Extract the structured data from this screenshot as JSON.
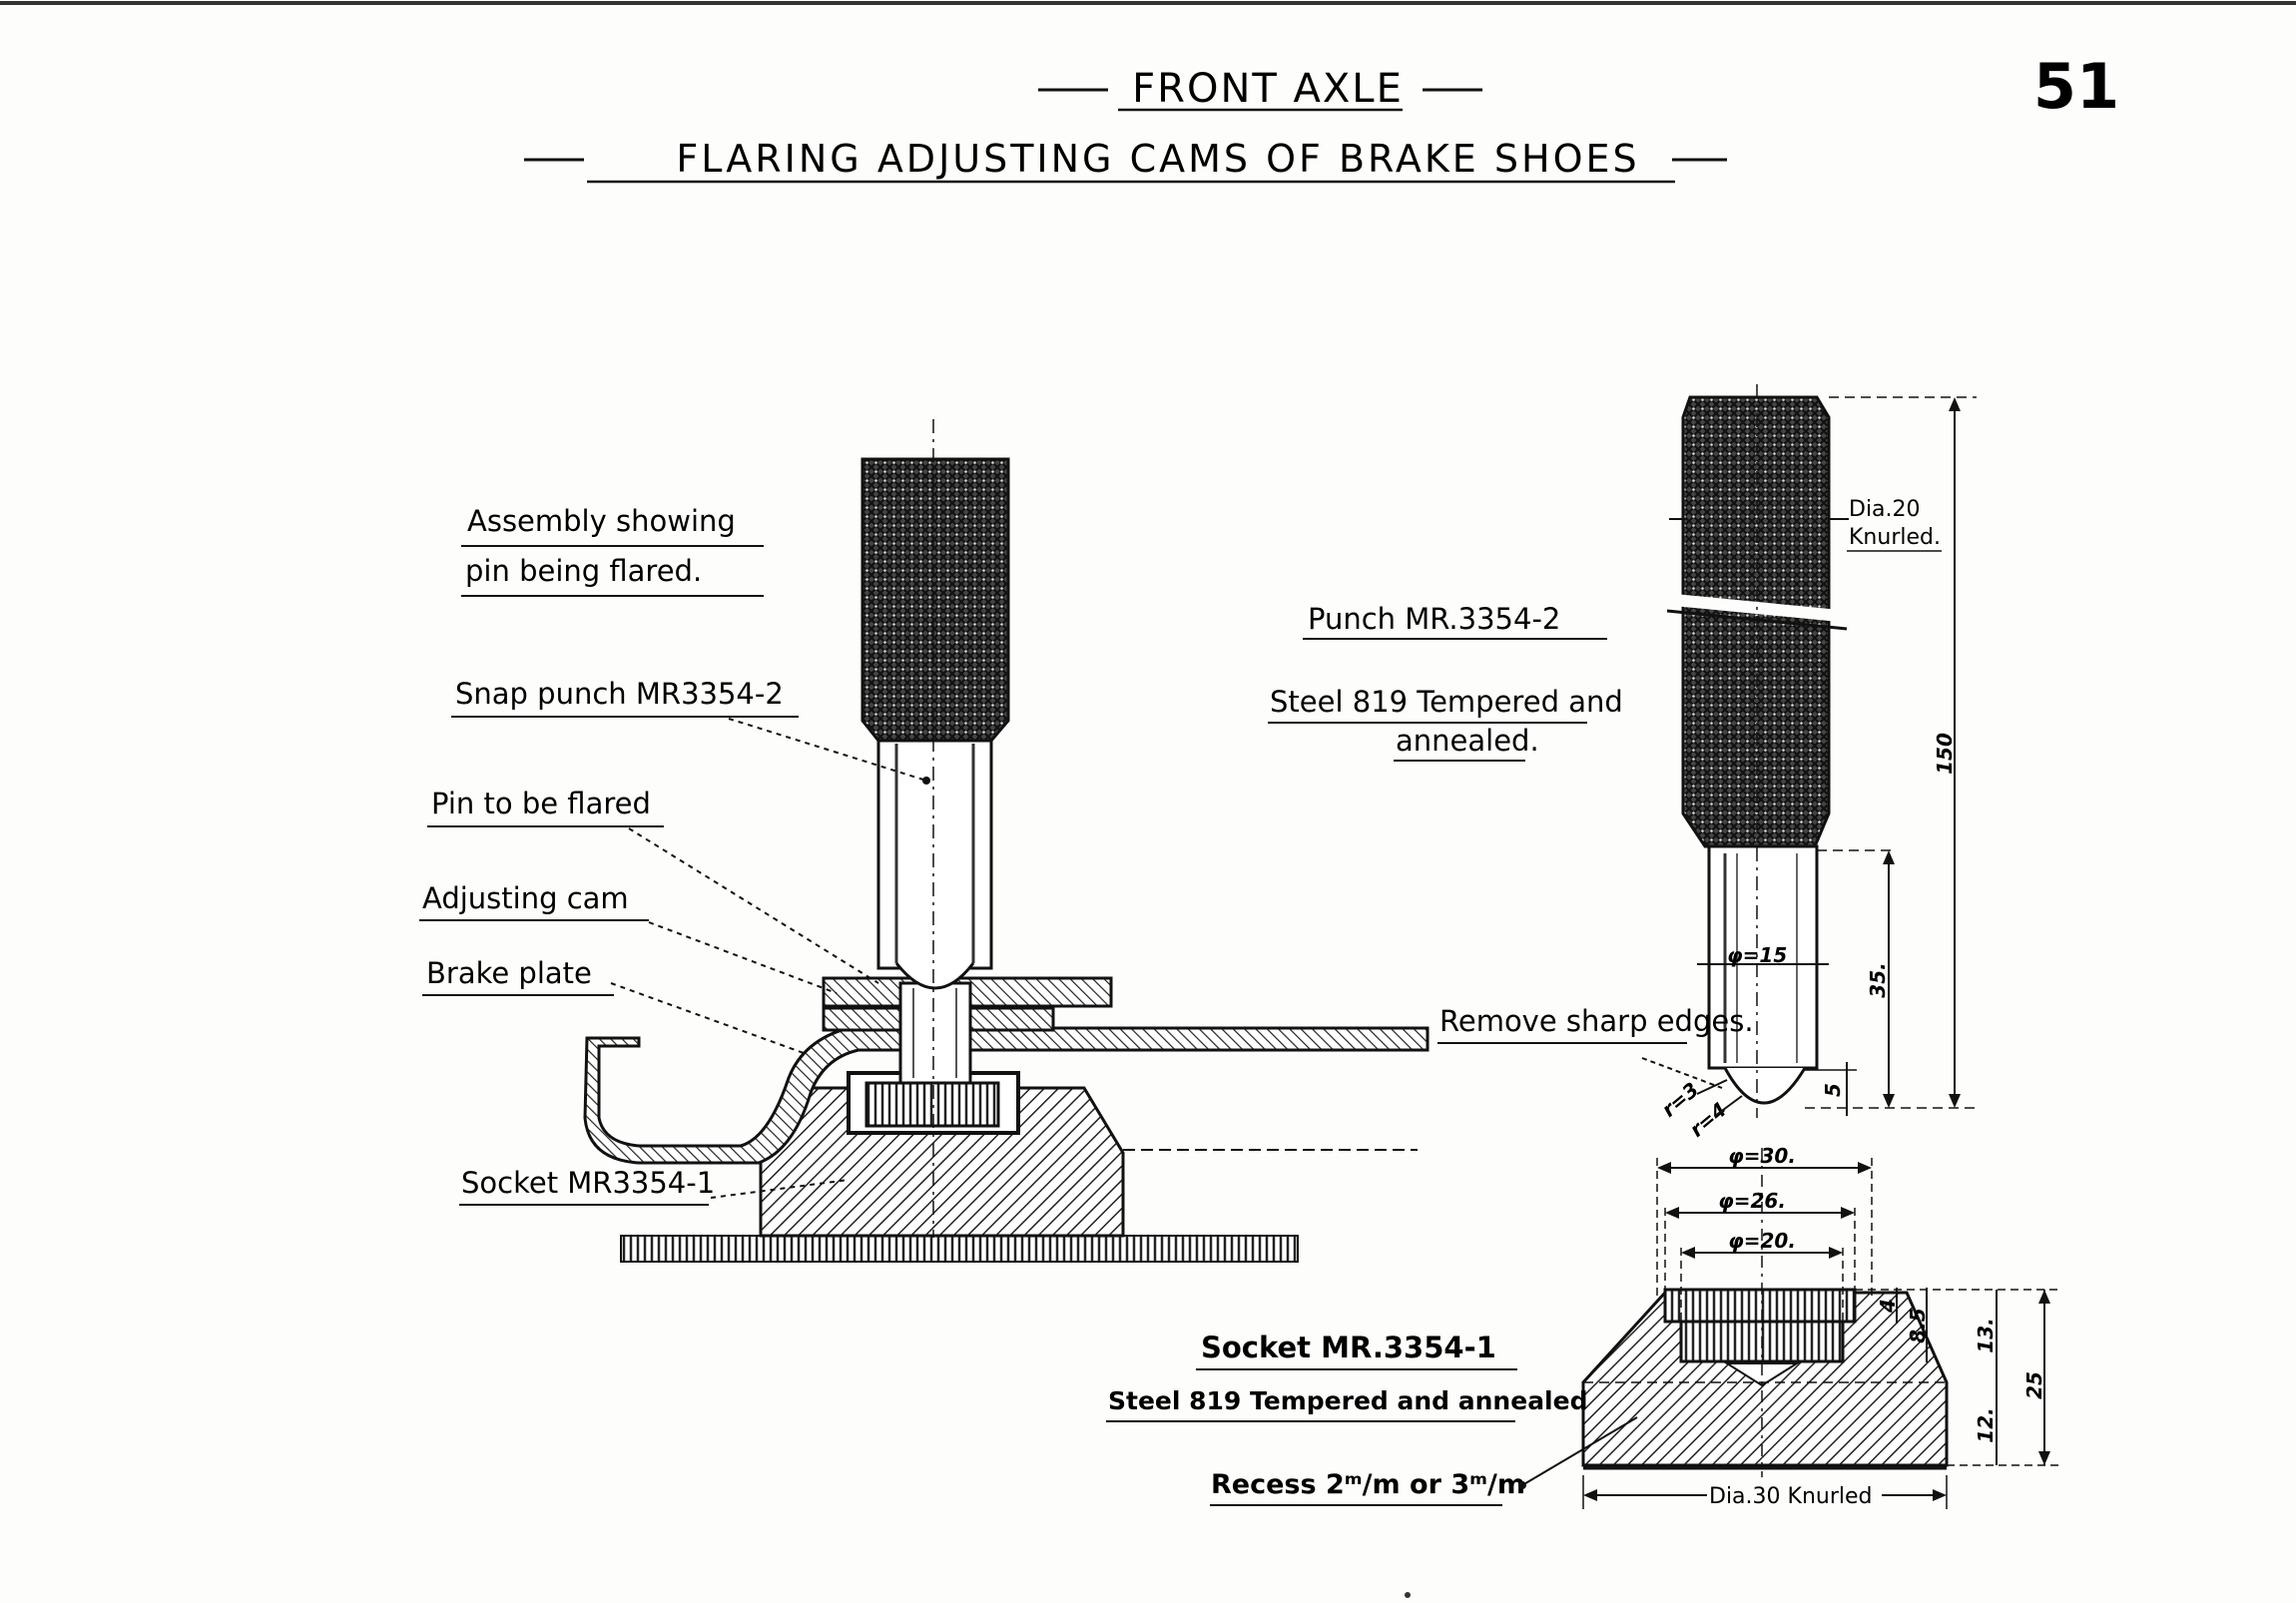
{
  "page_number": "51",
  "title": "FRONT AXLE",
  "subtitle": "FLARING ADJUSTING CAMS OF BRAKE SHOES",
  "assembly": {
    "caption_line1": "Assembly showing",
    "caption_line2": "pin being flared.",
    "labels": {
      "snap_punch": "Snap punch MR3354-2",
      "pin": "Pin to be flared",
      "cam": "Adjusting cam",
      "brake_plate": "Brake plate",
      "socket": "Socket MR3354-1"
    }
  },
  "punch": {
    "title": "Punch MR.3354-2",
    "material_line1": "Steel 819 Tempered and",
    "material_line2": "annealed.",
    "dia_line1": "Dia.20",
    "dia_line2": "Knurled.",
    "remove_edges": "Remove sharp edges.",
    "dims": {
      "total": "150",
      "shank": "35.",
      "shank_dia": "φ=15",
      "tip": "5",
      "r1": "r=3",
      "r2": "r=4"
    }
  },
  "socket": {
    "title": "Socket MR.3354-1",
    "material": "Steel 819 Tempered and annealed",
    "recess": "Recess 2ᵐ/m or 3ᵐ/m",
    "base_dia": "Dia.30 Knurled",
    "dims": {
      "d30": "φ=30.",
      "d26": "φ=26.",
      "d20": "φ=20.",
      "h4": "4",
      "h8": "8.5",
      "h13": "13.",
      "h12": "12.",
      "h25": "25"
    }
  }
}
